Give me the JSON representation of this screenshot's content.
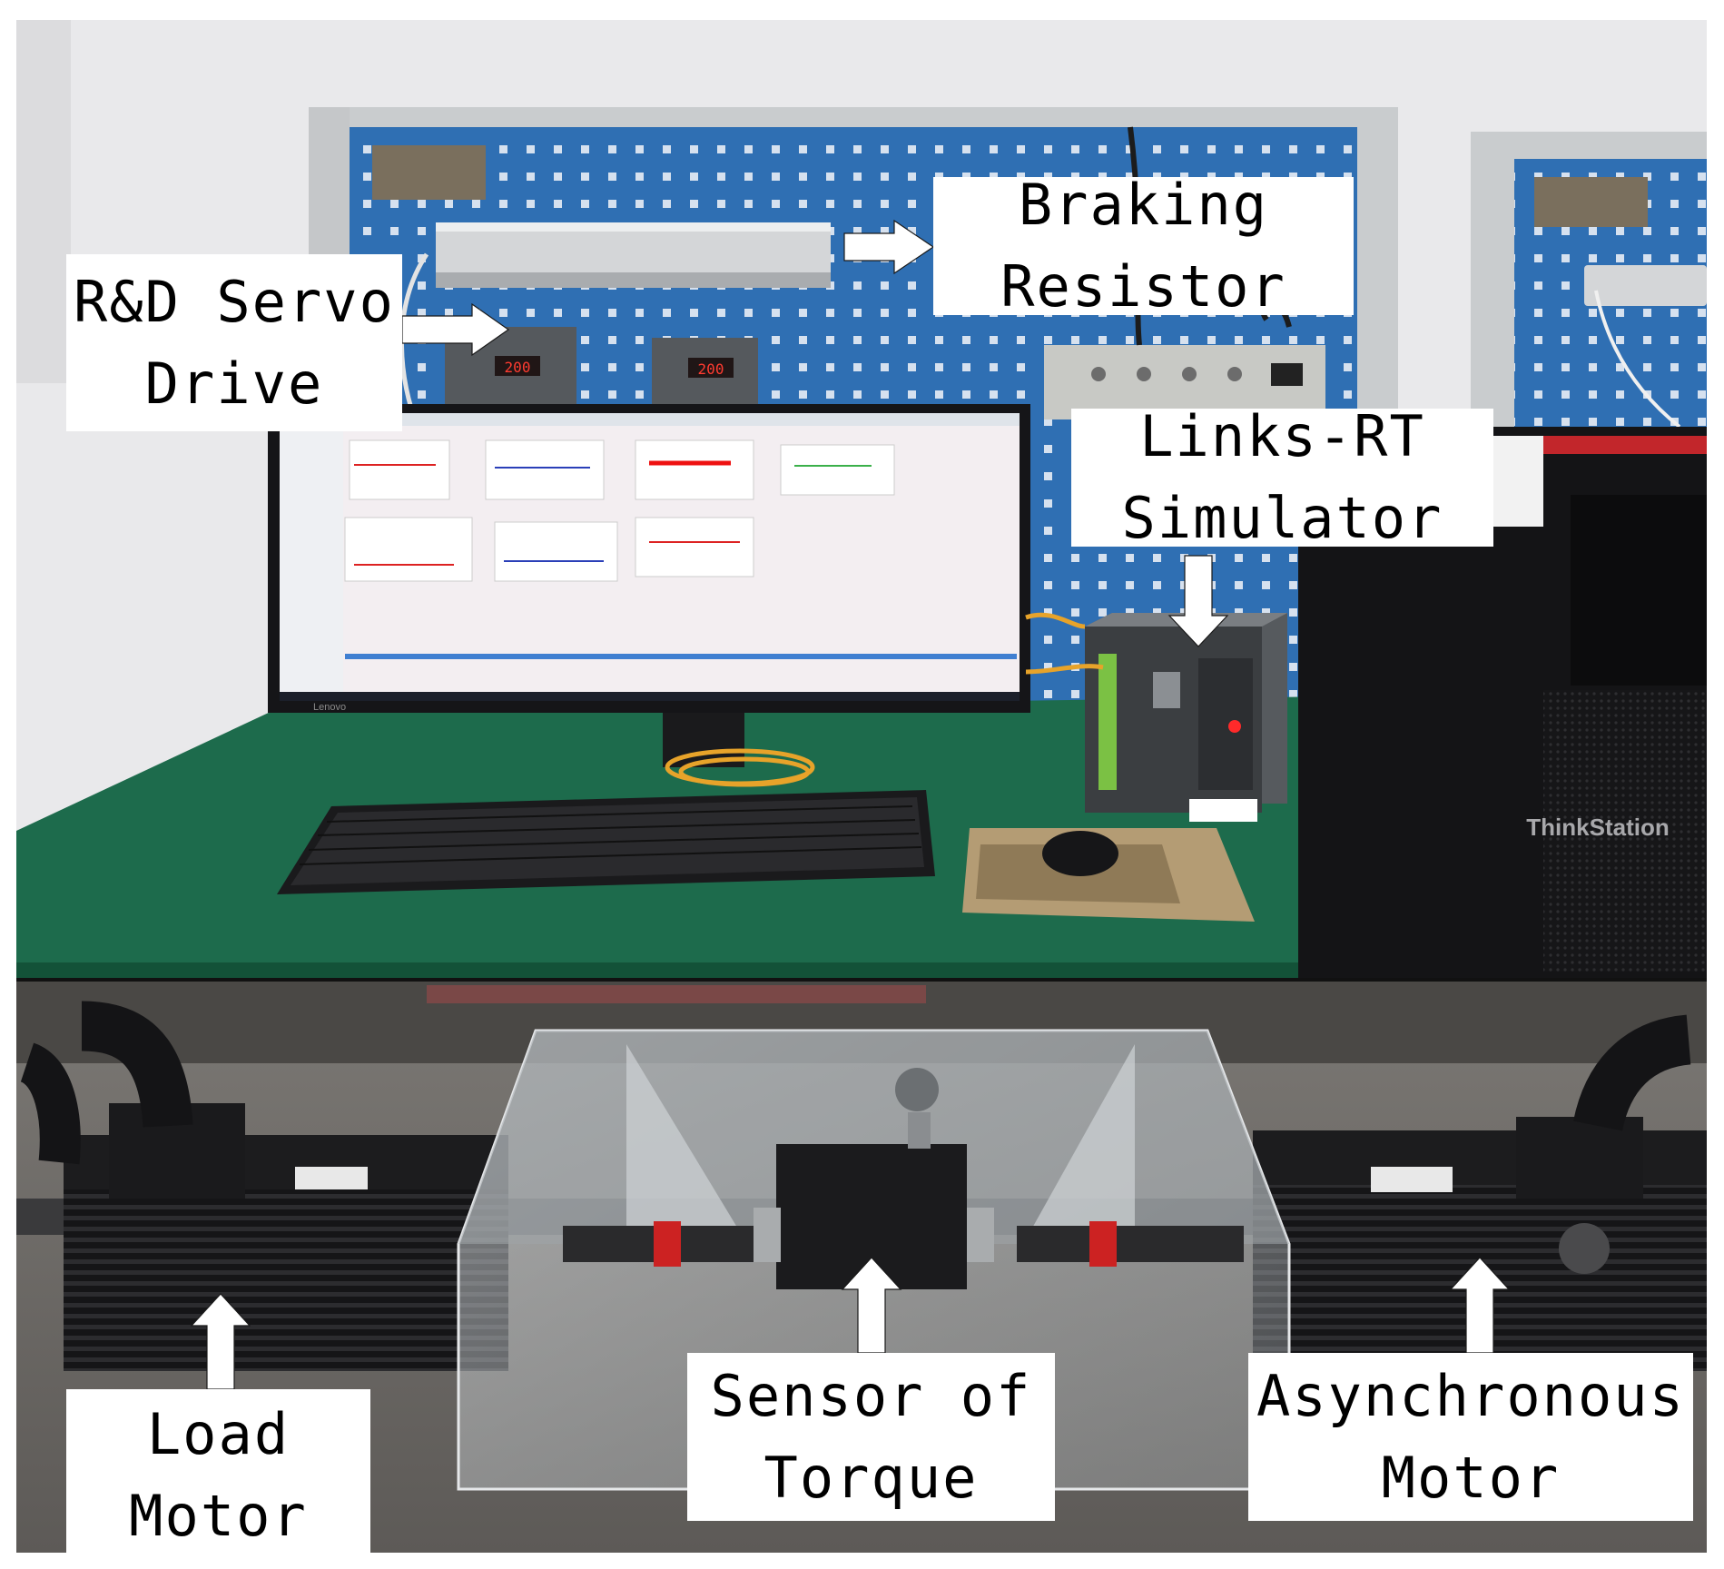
{
  "figure": {
    "labels": {
      "servo_drive": [
        "R&D Servo",
        "Drive"
      ],
      "braking_resistor": [
        "Braking",
        "Resistor"
      ],
      "links_rt_simulator": [
        "Links-RT",
        "Simulator"
      ],
      "load_motor": [
        "Load",
        "Motor"
      ],
      "sensor_of_torque": [
        "Sensor of",
        "Torque"
      ],
      "asynchronous_motor": [
        "Asynchronous",
        "Motor"
      ]
    },
    "device_text": {
      "pc_brand": "ThinkStation",
      "monitor_brand": "Lenovo",
      "drive_display_1": "200",
      "drive_display_2": "200"
    },
    "colors": {
      "pegboard": "#2f6fb3",
      "desk": "#1d6b4c",
      "wall": "#e9e9eb",
      "arrow": "#ffffff",
      "label_bg": "#ffffff"
    }
  }
}
